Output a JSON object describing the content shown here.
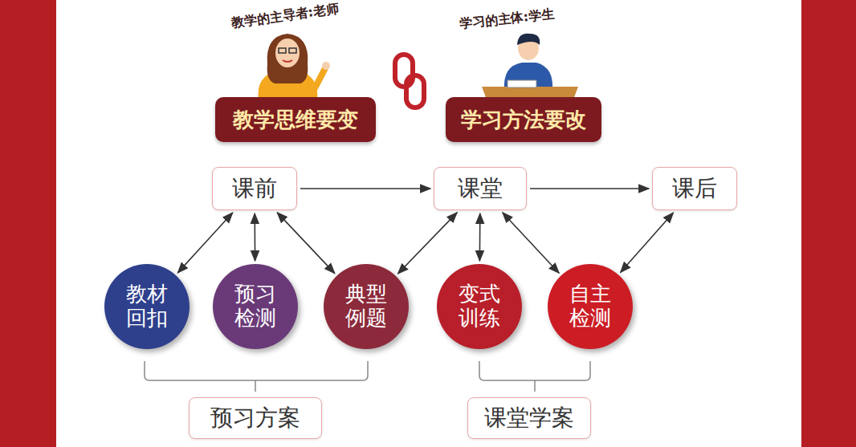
{
  "diagram": {
    "nodes": [
      {
        "text": [
          "教学思维要变"
        ]
      },
      {
        "text": [
          "学习方法要改"
        ]
      },
      {
        "text": [
          "课前"
        ]
      },
      {
        "text": [
          "课堂"
        ]
      },
      {
        "text": [
          "课后"
        ]
      },
      {
        "text": [
          "教材 回扣"
        ]
      },
      {
        "text": [
          "预习 检测"
        ]
      },
      {
        "text": [
          "典型 例题"
        ]
      },
      {
        "text": [
          "变式 训练"
        ]
      },
      {
        "text": [
          "自主 检测"
        ]
      },
      {
        "text": [
          "预习方案"
        ]
      },
      {
        "text": [
          "课堂学案"
        ]
      }
    ],
    "edges": [
      {
        "from": 2,
        "to": 3,
        "arrow": "to"
      },
      {
        "from": 3,
        "to": 4,
        "arrow": "to"
      },
      {
        "from": 2,
        "to": 5,
        "arrow": "both"
      },
      {
        "from": 2,
        "to": 6,
        "arrow": "both"
      },
      {
        "from": 2,
        "to": 7,
        "arrow": "both"
      },
      {
        "from": 3,
        "to": 7,
        "arrow": "both"
      },
      {
        "from": 3,
        "to": 8,
        "arrow": "both"
      },
      {
        "from": 3,
        "to": 9,
        "arrow": "both"
      },
      {
        "from": 4,
        "to": 9,
        "arrow": "both"
      }
    ],
    "labels": [
      "教学的主导者:老师",
      "学习的主体:学生"
    ]
  }
}
